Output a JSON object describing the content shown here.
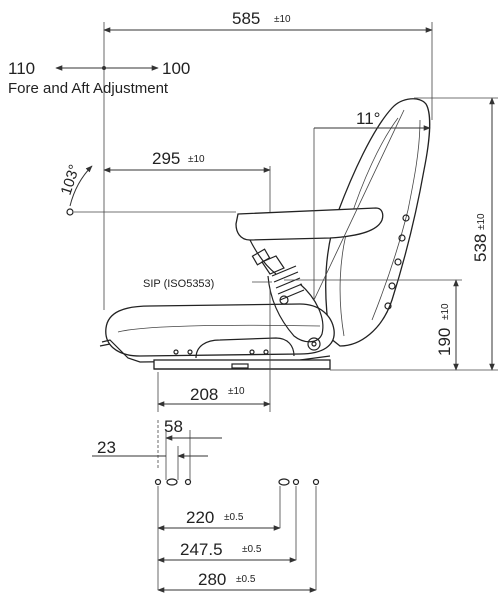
{
  "colors": {
    "line": "#333333",
    "text": "#222222",
    "background": "#ffffff"
  },
  "dimensions": {
    "overall_width": {
      "value": "585",
      "tolerance": "±10"
    },
    "adjust_fore": "110",
    "adjust_aft": "100",
    "adjust_caption": "Fore and Aft Adjustment",
    "recline_angle": "103°",
    "back_angle": "11°",
    "armrest_distance": {
      "value": "295",
      "tolerance": "±10"
    },
    "overall_height": {
      "value": "538",
      "tolerance": "±10"
    },
    "sip_label": "SIP (ISO5353)",
    "sip_height": {
      "value": "190",
      "tolerance": "±10"
    },
    "sip_rear": {
      "value": "208",
      "tolerance": "±10"
    },
    "slot_width": "58",
    "slot_offset": "23",
    "mount_a": {
      "value": "220",
      "tolerance": "±0.5"
    },
    "mount_b": {
      "value": "247.5",
      "tolerance": "±0.5"
    },
    "mount_c": {
      "value": "280",
      "tolerance": "±0.5"
    }
  }
}
